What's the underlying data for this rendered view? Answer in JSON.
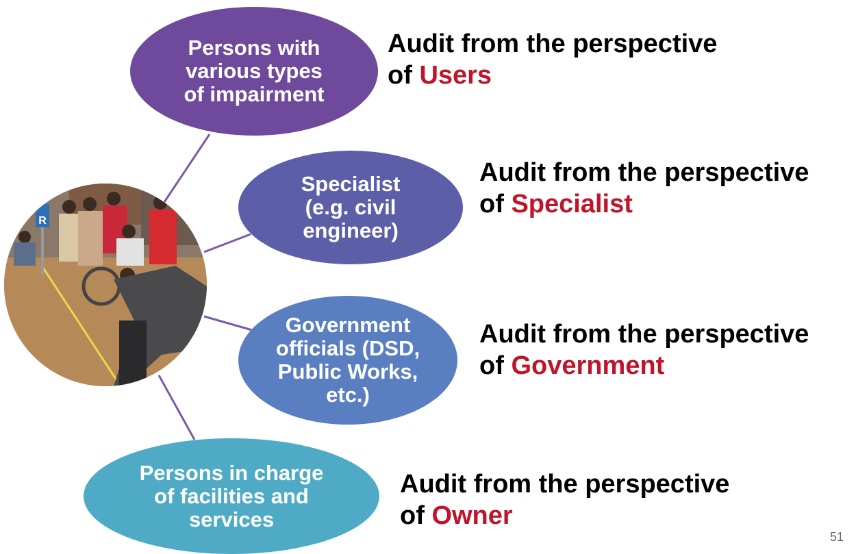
{
  "roles": [
    {
      "ellipse_text": "Persons with\nvarious types\nof impairment",
      "caption_prefix": "Audit from the perspective\nof ",
      "caption_highlight": "Users"
    },
    {
      "ellipse_text": "Specialist\n(e.g. civil\nengineer)",
      "caption_prefix": "Audit from the perspective\nof ",
      "caption_highlight": "Specialist"
    },
    {
      "ellipse_text": "Government\nofficials (DSD,\nPublic Works,\netc.)",
      "caption_prefix": "Audit from the perspective\nof ",
      "caption_highlight": "Government"
    },
    {
      "ellipse_text": "Persons in charge\nof  facilities and\nservices",
      "caption_prefix": "Audit from the perspective\nof ",
      "caption_highlight": "Owner"
    }
  ],
  "photo": {
    "sign_text": "R",
    "description_icon": "accessibility-audit-photo"
  },
  "colors": {
    "users": "#6f4a9c",
    "specialist": "#5c5ea8",
    "government": "#5a7fc1",
    "owner": "#4fabc5",
    "highlight": "#c0142a",
    "connector": "#7b5aa6"
  },
  "slide_number": "51"
}
